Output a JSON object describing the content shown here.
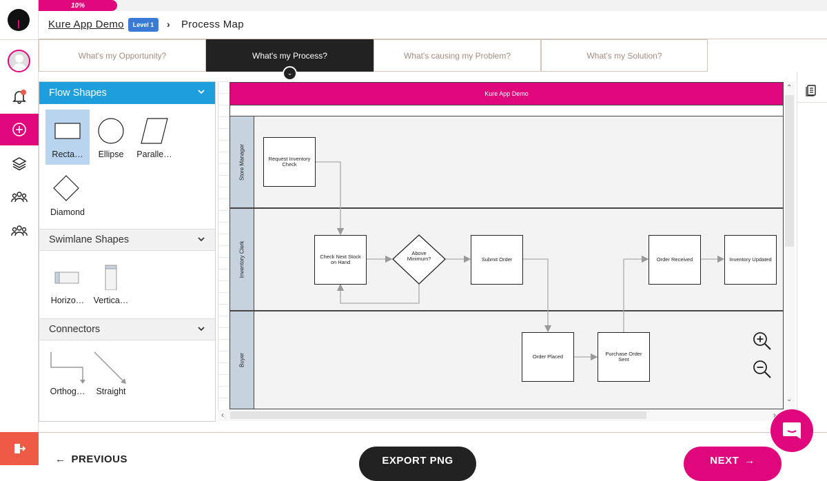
{
  "progress": {
    "percent": 10,
    "label": "10%"
  },
  "breadcrumb": {
    "app": "Kure App Demo",
    "level_badge": "Level 1",
    "separator": "›",
    "page": "Process Map"
  },
  "tabs": [
    {
      "label": "What's my Opportunity?",
      "active": false
    },
    {
      "label": "What's my Process?",
      "active": true
    },
    {
      "label": "What's causing my Problem?",
      "active": false
    },
    {
      "label": "What's my Solution?",
      "active": false
    }
  ],
  "panel": {
    "flow": {
      "title": "Flow Shapes",
      "items": [
        "Recta…",
        "Ellipse",
        "Paralle…",
        "Diamond"
      ]
    },
    "swimlane": {
      "title": "Swimlane Shapes",
      "items": [
        "Horizo…",
        "Vertica…"
      ]
    },
    "connectors": {
      "title": "Connectors",
      "items": [
        "Orthog…",
        "Straight"
      ]
    }
  },
  "diagram": {
    "pool_title": "Kure App Demo",
    "lanes": [
      "Store Manager",
      "Inventory Clerk",
      "Buyer"
    ],
    "nodes": {
      "request": "Request Inventory Check",
      "check": "Check Next Stock on Hand",
      "above": "Above Minimum?",
      "submit": "Submit Order",
      "received": "Order Received",
      "updated": "Inventory Updated",
      "placed": "Order Placed",
      "purchase": "Purchase Order Sent"
    }
  },
  "footer": {
    "previous": "PREVIOUS",
    "export": "EXPORT PNG",
    "next": "NEXT"
  },
  "colors": {
    "brand": "#e0077d",
    "panel_header": "#1e9fdc",
    "exit": "#ef5a47",
    "badge": "#3a7bd5"
  }
}
